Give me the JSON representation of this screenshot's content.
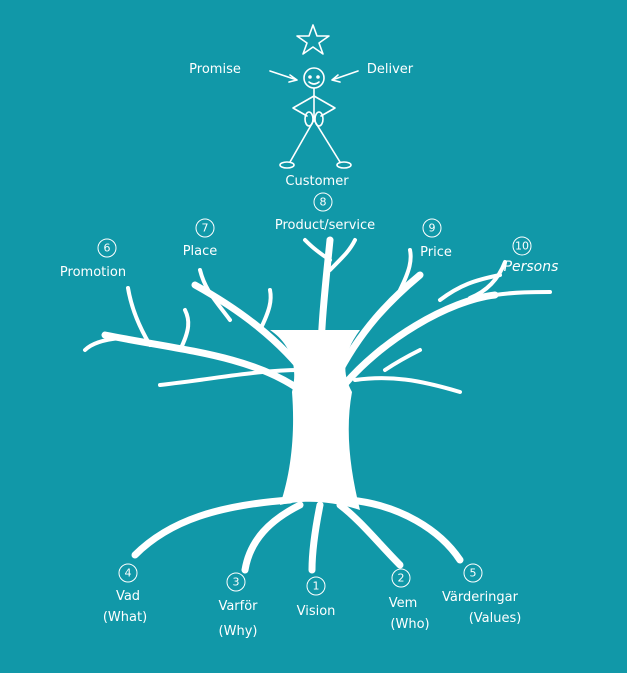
{
  "colors": {
    "background": "#1198a8",
    "ink": "#ffffff"
  },
  "icons": [
    "star-icon",
    "stick-figure-customer",
    "arrow-icon",
    "tree-illustration"
  ],
  "top": {
    "promise": "Promise",
    "deliver": "Deliver",
    "customer": "Customer"
  },
  "branches": [
    {
      "num": "6",
      "label": "Promotion"
    },
    {
      "num": "7",
      "label": "Place"
    },
    {
      "num": "8",
      "label": "Product/service"
    },
    {
      "num": "9",
      "label": "Price"
    },
    {
      "num": "10",
      "label": "Persons"
    }
  ],
  "roots": [
    {
      "num": "4",
      "label": "Vad",
      "sub": "(What)"
    },
    {
      "num": "3",
      "label": "Varför",
      "sub": "(Why)"
    },
    {
      "num": "1",
      "label": "Vision"
    },
    {
      "num": "2",
      "label": "Vem",
      "sub": "(Who)"
    },
    {
      "num": "5",
      "label": "Värderingar",
      "sub": "(Values)"
    }
  ]
}
